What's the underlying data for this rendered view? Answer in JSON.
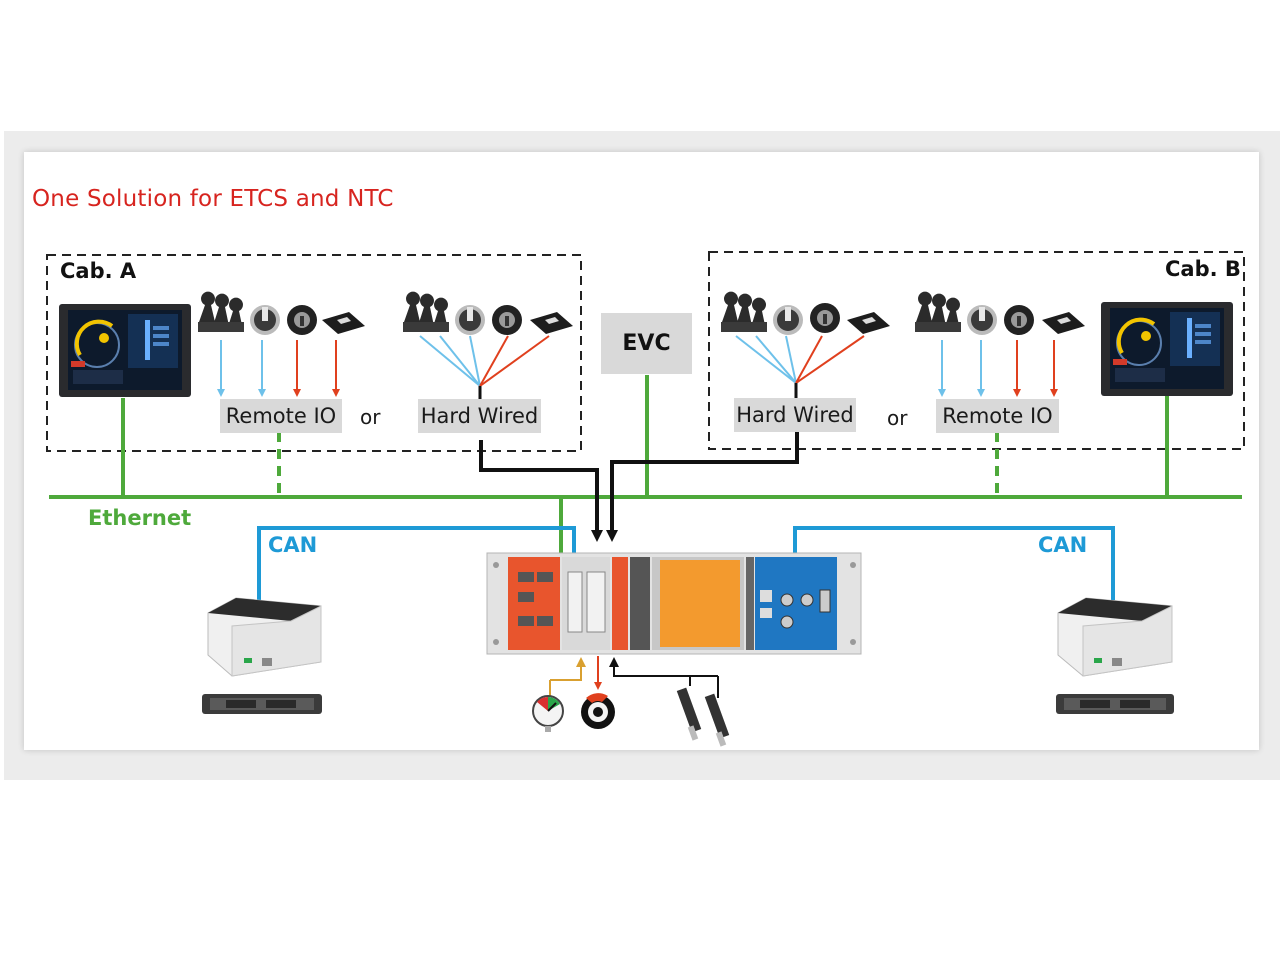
{
  "title": "One Solution for ETCS and NTC",
  "cab_a": {
    "label": "Cab. A"
  },
  "cab_b": {
    "label": "Cab. B"
  },
  "evc": {
    "label": "EVC"
  },
  "left": {
    "remote_io": "Remote IO",
    "or": "or",
    "hard_wired": "Hard Wired"
  },
  "right": {
    "hard_wired": "Hard Wired",
    "or": "or",
    "remote_io": "Remote IO"
  },
  "network": {
    "ethernet": "Ethernet",
    "can_left": "CAN",
    "can_right": "CAN"
  },
  "colors": {
    "title_red": "#d7241f",
    "ethernet_green": "#4ea93b",
    "can_blue": "#1e9ad6",
    "arrow_light_blue": "#6ec1ea",
    "arrow_red": "#e0401e",
    "arrow_gold": "#d9a030"
  }
}
